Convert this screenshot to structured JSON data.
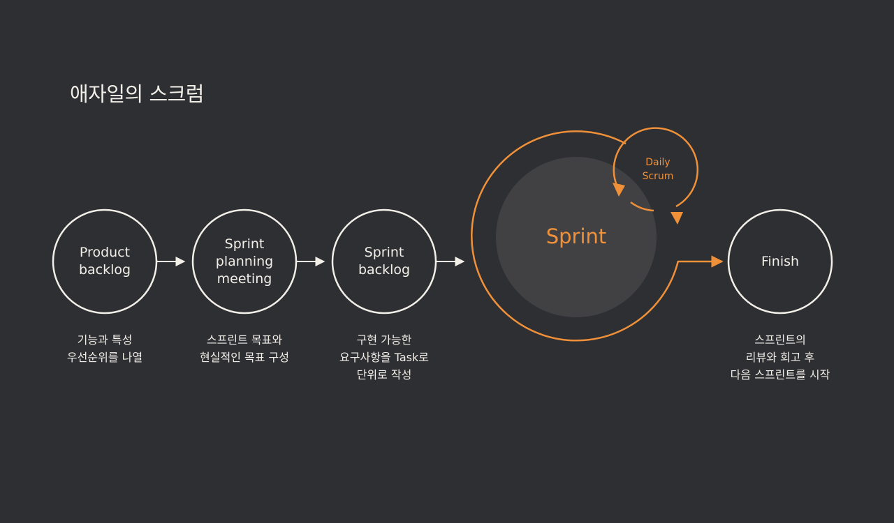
{
  "title": "애자일의 스크럼",
  "colors": {
    "background": "#2e2f33",
    "stroke": "#f2eee8",
    "accent": "#f0913a",
    "sprint_fill": "#414144"
  },
  "steps": [
    {
      "label_lines": [
        "Product",
        "backlog"
      ],
      "desc_lines": [
        "기능과 특성",
        "우선순위를 나열"
      ]
    },
    {
      "label_lines": [
        "Sprint",
        "planning",
        "meeting"
      ],
      "desc_lines": [
        "스프린트 목표와",
        "현실적인 목표 구성"
      ]
    },
    {
      "label_lines": [
        "Sprint",
        "backlog"
      ],
      "desc_lines": [
        "구현 가능한",
        "요구사항을 Task로",
        "단위로 작성"
      ]
    }
  ],
  "sprint": {
    "label": "Sprint"
  },
  "daily": {
    "label_lines": [
      "Daily",
      "Scrum"
    ]
  },
  "finish": {
    "label": "Finish",
    "desc_lines": [
      "스프린트의",
      "리뷰와 회고 후",
      "다음 스프린트를 시작"
    ]
  }
}
